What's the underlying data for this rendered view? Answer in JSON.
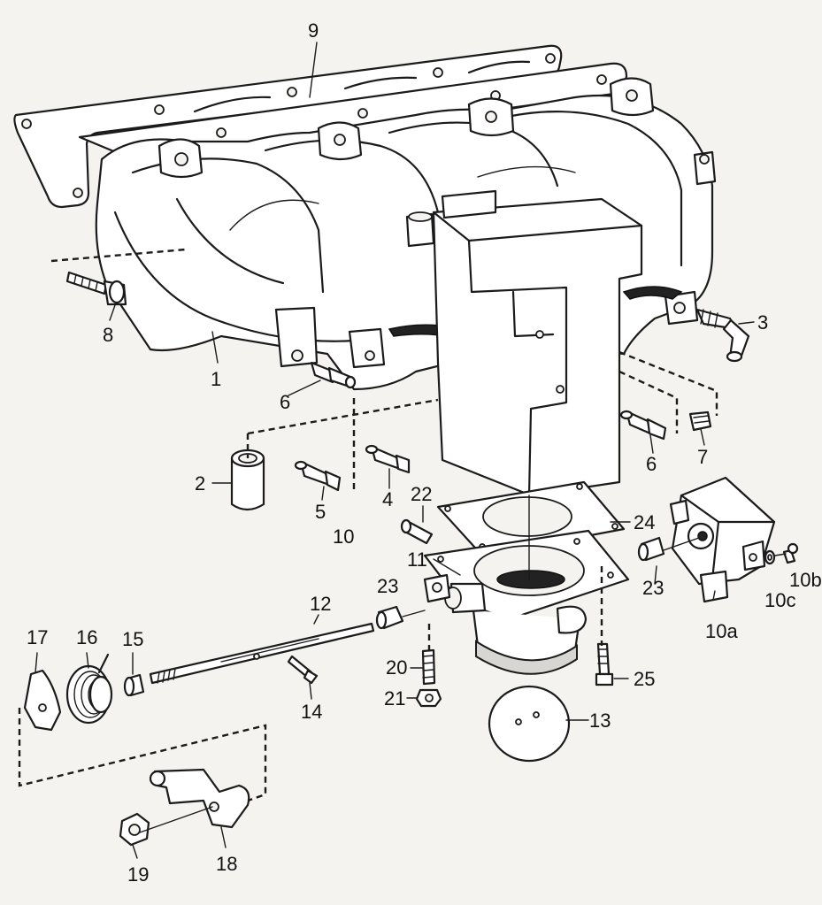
{
  "diagram": {
    "labels": {
      "l1": "1",
      "l2": "2",
      "l3": "3",
      "l4": "4",
      "l5": "5",
      "l6a": "6",
      "l6b": "6",
      "l7": "7",
      "l8": "8",
      "l9": "9",
      "l10": "10",
      "l10a": "10a",
      "l10b": "10b",
      "l10c": "10c",
      "l11": "11",
      "l12": "12",
      "l13": "13",
      "l14": "14",
      "l15": "15",
      "l16": "16",
      "l17": "17",
      "l18": "18",
      "l19": "19",
      "l20": "20",
      "l21": "21",
      "l22": "22",
      "l23a": "23",
      "l23b": "23",
      "l24": "24",
      "l25": "25"
    }
  }
}
